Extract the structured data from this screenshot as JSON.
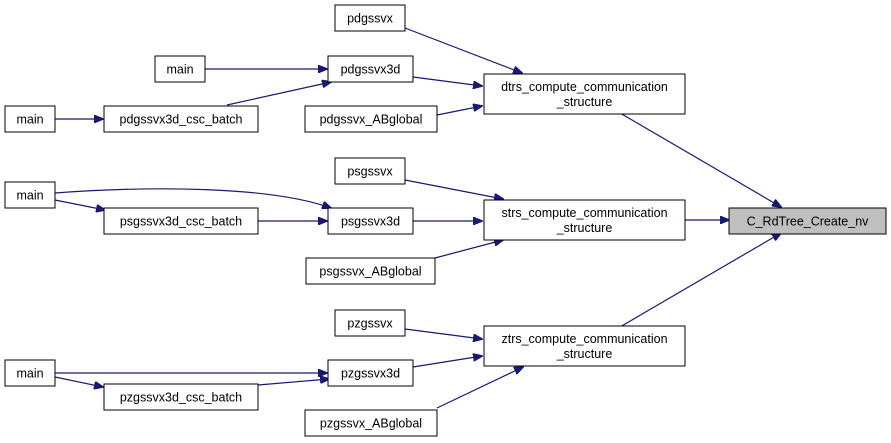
{
  "graph": {
    "root": {
      "label": "C_RdTree_Create_nv"
    },
    "nodes": {
      "pdgssvx": "pdgssvx",
      "main_d1": "main",
      "pdgssvx3d": "pdgssvx3d",
      "main_d2": "main",
      "pdgssvx3d_csc_batch": "pdgssvx3d_csc_batch",
      "pdgssvx_ABglobal": "pdgssvx_ABglobal",
      "dtrs_l1": "dtrs_compute_communication",
      "dtrs_l2": "_structure",
      "psgssvx": "psgssvx",
      "main_s": "main",
      "psgssvx3d_csc_batch": "psgssvx3d_csc_batch",
      "psgssvx3d": "psgssvx3d",
      "psgssvx_ABglobal": "psgssvx_ABglobal",
      "strs_l1": "strs_compute_communication",
      "strs_l2": "_structure",
      "pzgssvx": "pzgssvx",
      "main_z": "main",
      "pzgssvx3d": "pzgssvx3d",
      "pzgssvx3d_csc_batch": "pzgssvx3d_csc_batch",
      "pzgssvx_ABglobal": "pzgssvx_ABglobal",
      "ztrs_l1": "ztrs_compute_communication",
      "ztrs_l2": "_structure"
    },
    "edge_color": "#191970",
    "root_fill": "#bfbfbf"
  }
}
